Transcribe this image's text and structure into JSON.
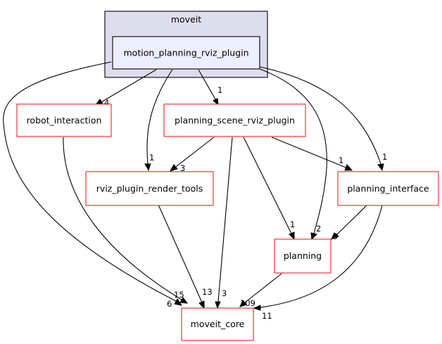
{
  "cluster": {
    "label": "moveit"
  },
  "nodes": {
    "main": "motion_planning_rviz_plugin",
    "robot_interaction": "robot_interaction",
    "planning_scene_rviz_plugin": "planning_scene_rviz_plugin",
    "rviz_plugin_render_tools": "rviz_plugin_render_tools",
    "planning_interface": "planning_interface",
    "planning": "planning",
    "moveit_core": "moveit_core"
  },
  "edges": [
    {
      "from": "motion_planning_rviz_plugin",
      "to": "robot_interaction",
      "label": "4"
    },
    {
      "from": "motion_planning_rviz_plugin",
      "to": "planning_scene_rviz_plugin",
      "label": "1"
    },
    {
      "from": "motion_planning_rviz_plugin",
      "to": "rviz_plugin_render_tools",
      "label": "1"
    },
    {
      "from": "motion_planning_rviz_plugin",
      "to": "planning_interface",
      "label": "1"
    },
    {
      "from": "motion_planning_rviz_plugin",
      "to": "planning",
      "label": "2"
    },
    {
      "from": "motion_planning_rviz_plugin",
      "to": "moveit_core",
      "label": "6"
    },
    {
      "from": "robot_interaction",
      "to": "moveit_core",
      "label": "15"
    },
    {
      "from": "planning_scene_rviz_plugin",
      "to": "rviz_plugin_render_tools",
      "label": "3"
    },
    {
      "from": "planning_scene_rviz_plugin",
      "to": "planning_interface",
      "label": "1"
    },
    {
      "from": "planning_scene_rviz_plugin",
      "to": "planning",
      "label": "1"
    },
    {
      "from": "planning_scene_rviz_plugin",
      "to": "moveit_core",
      "label": "3"
    },
    {
      "from": "rviz_plugin_render_tools",
      "to": "moveit_core",
      "label": "13"
    },
    {
      "from": "planning_interface",
      "to": "planning",
      "label": "9"
    },
    {
      "from": "planning_interface",
      "to": "moveit_core",
      "label": "11"
    },
    {
      "from": "planning",
      "to": "moveit_core",
      "label": "109"
    }
  ]
}
